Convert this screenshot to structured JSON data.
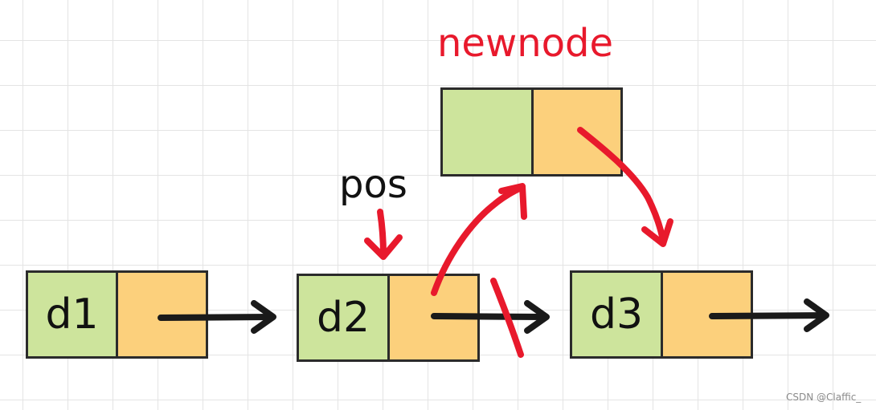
{
  "diagram": {
    "new_node_label": "newnode",
    "pointer_label": "pos",
    "nodes": [
      {
        "id": "d1",
        "text": "d1"
      },
      {
        "id": "d2",
        "text": "d2"
      },
      {
        "id": "d3",
        "text": "d3"
      },
      {
        "id": "newnode",
        "text": ""
      }
    ]
  },
  "watermark": "CSDN @Claffic_",
  "colors": {
    "data_cell": "#cde49c",
    "pointer_cell": "#fcd07c",
    "border": "#2b2b2b",
    "arrow": "#1a1a1a",
    "annotation": "#e8192c"
  }
}
